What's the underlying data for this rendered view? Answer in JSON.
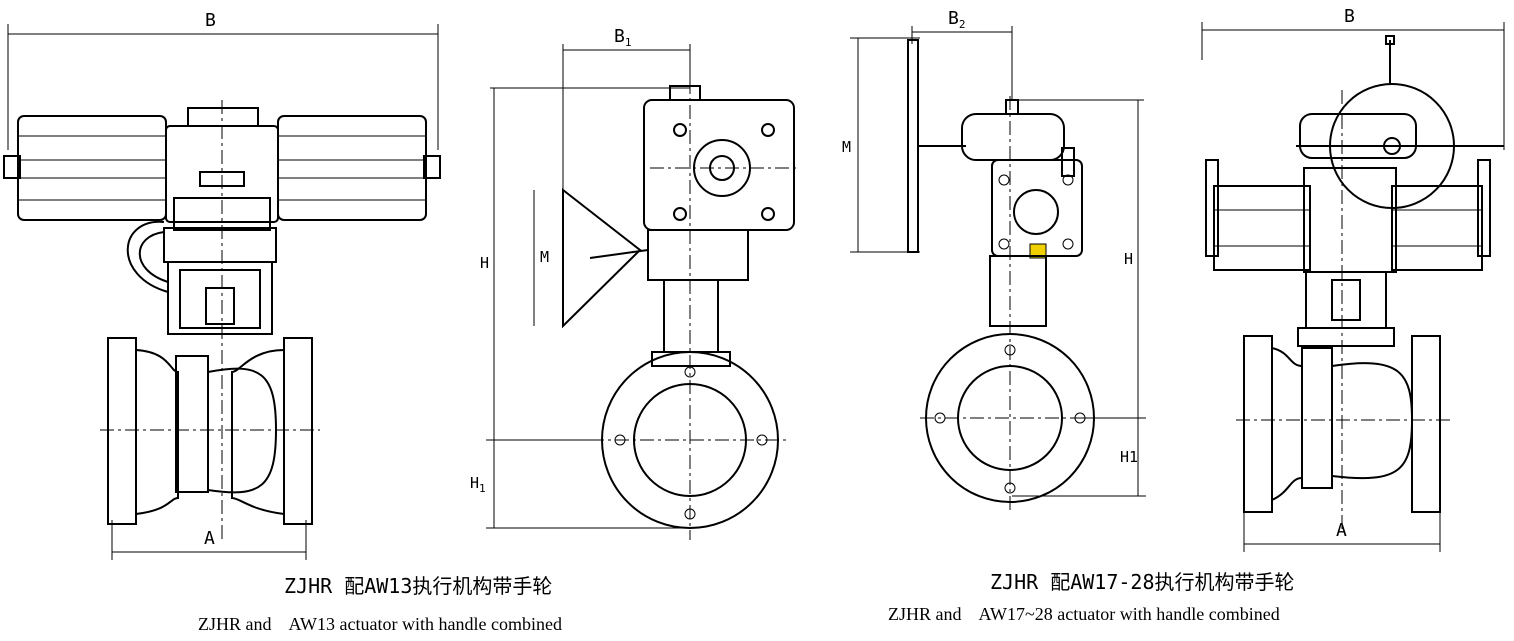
{
  "figures": [
    {
      "id": "aw13",
      "caption_cn": "ZJHR 配AW13执行机构带手轮",
      "caption_en": "ZJHR and    AW13 actuator with handle combined",
      "dimensions": {
        "B": "B",
        "B1": "B",
        "B1_sub": "1",
        "H": "H",
        "M": "M",
        "H1": "H",
        "H1_sub": "1",
        "A": "A"
      }
    },
    {
      "id": "aw17_28",
      "caption_cn": "ZJHR 配AW17-28执行机构带手轮",
      "caption_en": "ZJHR and    AW17~28 actuator with handle combined",
      "dimensions": {
        "B2": "B",
        "B2_sub": "2",
        "M": "M",
        "H": "H",
        "H1": "H1",
        "B": "B",
        "A": "A"
      }
    }
  ],
  "colors": {
    "line": "#000000",
    "accent": "#f0d000"
  }
}
